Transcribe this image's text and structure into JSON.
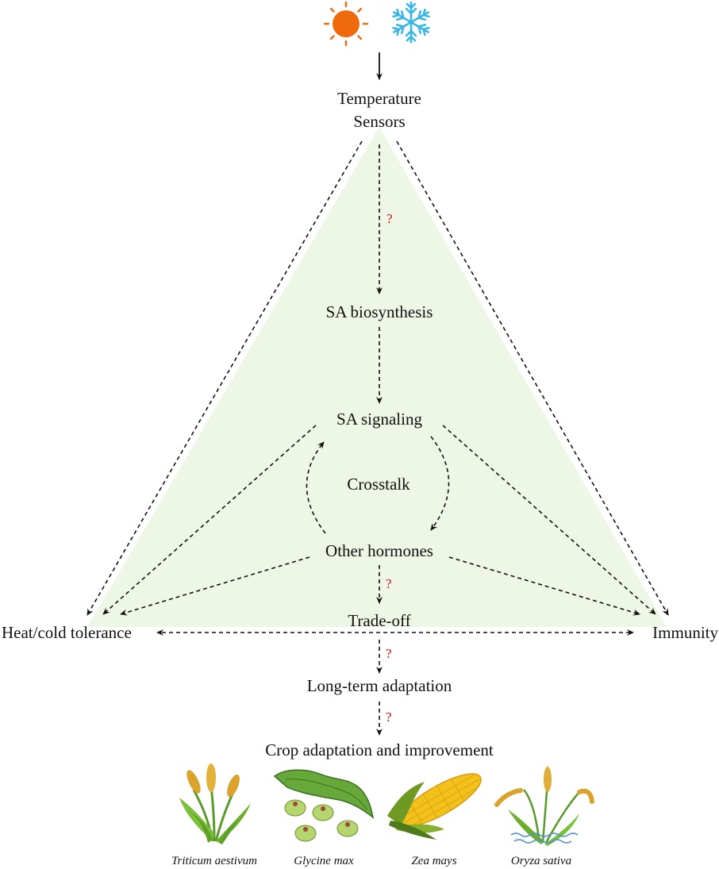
{
  "nodes": {
    "sensors_line1": "Temperature",
    "sensors_line2": "Sensors",
    "sa_biosynthesis": "SA biosynthesis",
    "sa_signaling": "SA signaling",
    "crosstalk": "Crosstalk",
    "other_hormones": "Other hormones",
    "trade_off": "Trade-off",
    "heat_cold_tolerance": "Heat/cold tolerance",
    "immunity": "Immunity",
    "long_term_adaptation": "Long-term adaptation",
    "crop_adaptation": "Crop adaptation and improvement"
  },
  "question_mark": "?",
  "crops": [
    {
      "species": "Triticum aestivum",
      "icon": "wheat-icon"
    },
    {
      "species": "Glycine max",
      "icon": "soybean-icon"
    },
    {
      "species": "Zea mays",
      "icon": "corn-icon"
    },
    {
      "species": "Oryza sativa",
      "icon": "rice-icon"
    }
  ],
  "icons": {
    "heat": "sun-icon",
    "cold": "snowflake-icon"
  },
  "colors": {
    "triangle_fill": "#eef6e6",
    "question_mark": "#d01010",
    "sun": "#ef6a0c",
    "snowflake": "#38b6e6"
  }
}
